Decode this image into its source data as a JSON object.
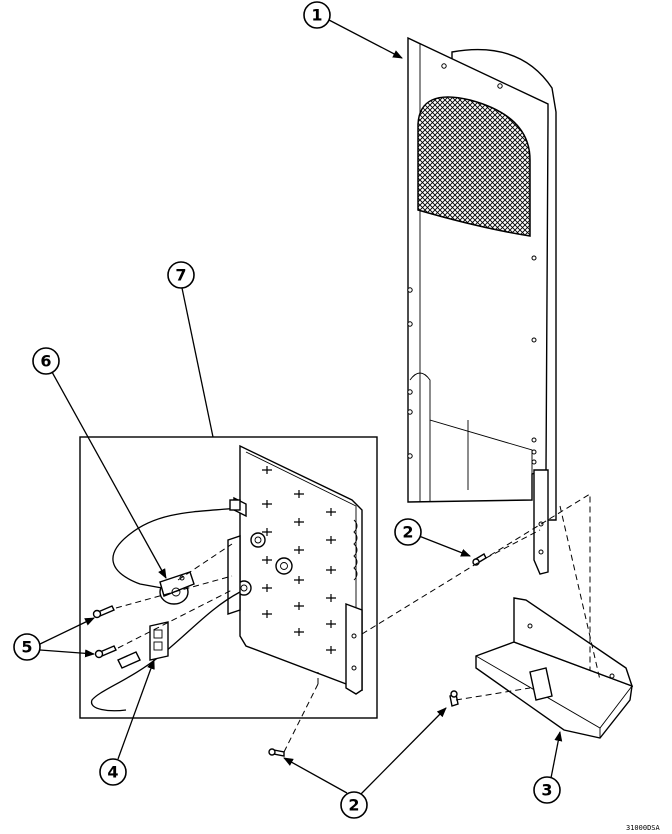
{
  "callouts": {
    "c1": "1",
    "c2a": "2",
    "c2b": "2",
    "c3": "3",
    "c4": "4",
    "c5": "5",
    "c6": "6",
    "c7": "7"
  },
  "drawing_code": "31000DSA"
}
